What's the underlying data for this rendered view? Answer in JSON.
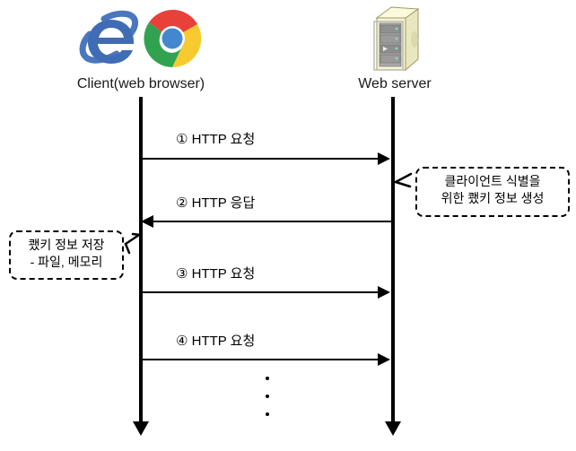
{
  "diagram": {
    "title": "HTTP cookie sequence diagram",
    "background": "#ffffff"
  },
  "actors": [
    {
      "id": "client",
      "label": "Client(web browser)",
      "icons": [
        "internet-explorer-icon",
        "chrome-icon"
      ]
    },
    {
      "id": "server",
      "label": "Web server",
      "icons": [
        "server-tower-icon"
      ]
    }
  ],
  "messages": [
    {
      "id": "m1",
      "marker": "①",
      "text": "① HTTP 요청",
      "direction": "right"
    },
    {
      "id": "m2",
      "marker": "②",
      "text": "② HTTP 응답",
      "direction": "left"
    },
    {
      "id": "m3",
      "marker": "③",
      "text": "③ HTTP 요청",
      "direction": "right"
    },
    {
      "id": "m4",
      "marker": "④",
      "text": "④ HTTP 요청",
      "direction": "right"
    }
  ],
  "callouts": [
    {
      "id": "server-note",
      "lines": [
        "클라이언트 식별을",
        "위한 쾠키 정보 생성"
      ]
    },
    {
      "id": "client-note",
      "lines": [
        "쾠키 정보 저장",
        "- 파일, 메모리"
      ]
    }
  ],
  "ellipsis": {
    "count": 3,
    "symbol": "⋮"
  },
  "colors": {
    "ie_blue": "#3f6cb4",
    "ie_blue_light": "#6e9bd8",
    "chrome_red": "#e8413a",
    "chrome_green": "#31a350",
    "chrome_yellow": "#f7cb30",
    "chrome_blue": "#4387cf",
    "server_body": "#f2f0c8",
    "server_rack": "#8a8a8a",
    "line_black": "#000000",
    "text_black": "#1a1a1a"
  }
}
